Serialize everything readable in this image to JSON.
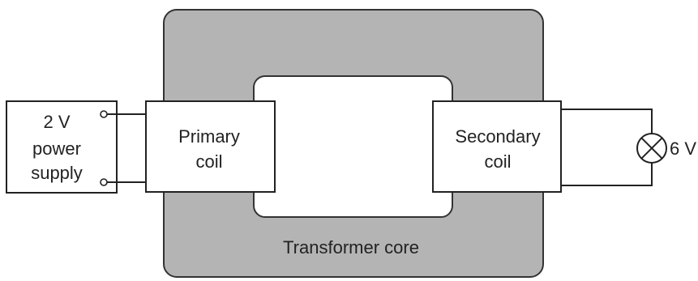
{
  "power_supply": {
    "voltage": "2 V",
    "line2": "power",
    "line3": "supply"
  },
  "primary_coil": {
    "line1": "Primary",
    "line2": "coil"
  },
  "secondary_coil": {
    "line1": "Secondary",
    "line2": "coil"
  },
  "core": {
    "label": "Transformer core"
  },
  "lamp": {
    "voltage": "6 V"
  },
  "colors": {
    "core_fill": "#b4b4b4",
    "box_fill": "#ffffff",
    "stroke": "#222222"
  }
}
